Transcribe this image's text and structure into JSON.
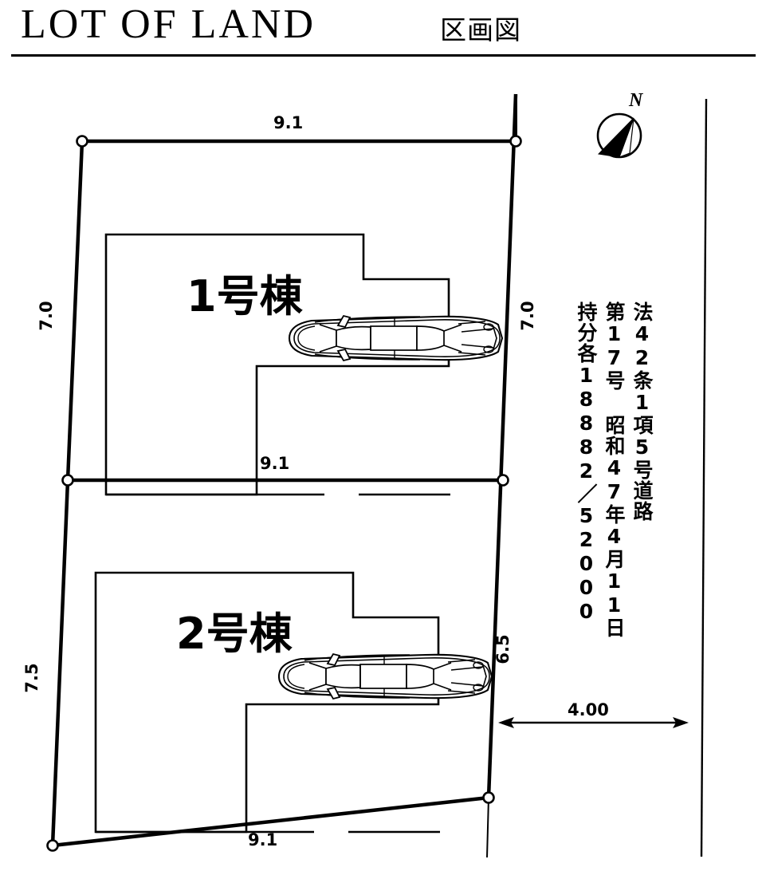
{
  "title": {
    "english": "LOT OF LAND",
    "japanese": "区画図"
  },
  "compass": {
    "north_label": "N",
    "icon": "compass-rose-icon"
  },
  "buildings": [
    {
      "id": "bldg-1",
      "label": "1号棟"
    },
    {
      "id": "bldg-2",
      "label": "2号棟"
    }
  ],
  "dimensions": {
    "top_width": "9.1",
    "middle_width": "9.1",
    "bottom_width": "9.1",
    "left_upper_height": "7.0",
    "left_lower_height": "7.5",
    "right_upper_height": "7.0",
    "right_lower_height": "6.5",
    "road_width": "4.00"
  },
  "notes": {
    "columns": [
      "法42条1項5号道路",
      "第17号 昭和47年4月11日",
      "持分各18882／52000"
    ],
    "col_road": "法42条1項5号道路",
    "col_date": "第17号 昭和47年4月11日",
    "col_share": "持分各18882／52000"
  },
  "colors": {
    "ink": "#000000",
    "paper": "#ffffff"
  },
  "vehicles": [
    {
      "id": "car-1",
      "icon": "car-top-view-icon"
    },
    {
      "id": "car-2",
      "icon": "car-top-view-icon"
    }
  ]
}
